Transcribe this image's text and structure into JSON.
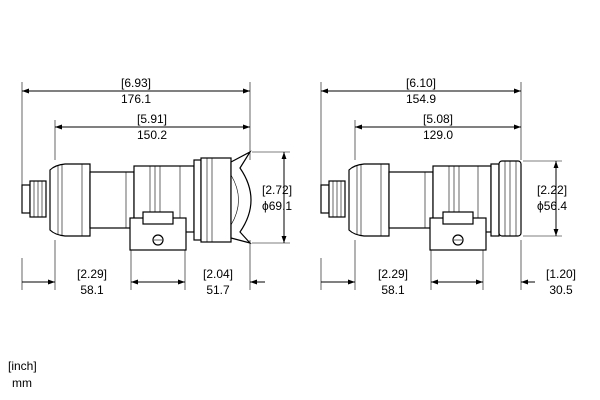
{
  "units_legend": {
    "inch": "[inch]",
    "mm": "mm"
  },
  "left_view": {
    "overall": {
      "inch": "[6.93]",
      "mm": "176.1"
    },
    "body": {
      "inch": "[5.91]",
      "mm": "150.2"
    },
    "diameter": {
      "inch": "[2.72]",
      "mm": "ϕ69.1"
    },
    "rear": {
      "inch": "[2.29]",
      "mm": "58.1"
    },
    "front": {
      "inch": "[2.04]",
      "mm": "51.7"
    }
  },
  "right_view": {
    "overall": {
      "inch": "[6.10]",
      "mm": "154.9"
    },
    "body": {
      "inch": "[5.08]",
      "mm": "129.0"
    },
    "diameter": {
      "inch": "[2.22]",
      "mm": "ϕ56.4"
    },
    "rear": {
      "inch": "[2.29]",
      "mm": "58.1"
    },
    "front": {
      "inch": "[1.20]",
      "mm": "30.5"
    }
  }
}
